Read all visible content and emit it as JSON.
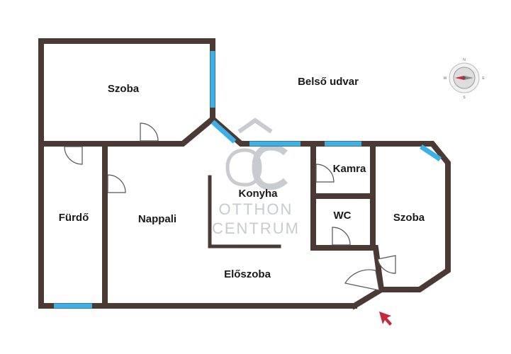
{
  "plan": {
    "rooms": [
      {
        "key": "szoba_left",
        "label": "Szoba"
      },
      {
        "key": "belso_udvar",
        "label": "Belső udvar"
      },
      {
        "key": "kamra",
        "label": "Kamra"
      },
      {
        "key": "konyha",
        "label": "Konyha"
      },
      {
        "key": "furdo",
        "label": "Fürdő"
      },
      {
        "key": "nappali",
        "label": "Nappali"
      },
      {
        "key": "wc",
        "label": "WC"
      },
      {
        "key": "szoba_right",
        "label": "Szoba"
      },
      {
        "key": "eloszoba",
        "label": "Előszoba"
      }
    ]
  },
  "watermark": {
    "monogram": "ÓC",
    "line1": "OTTHON",
    "line2": "CENTRUM"
  },
  "compass": {
    "north": "N",
    "east": "E",
    "south": "S",
    "west": "W"
  },
  "colors": {
    "wall": "#4a3a33",
    "window": "#3db0ea",
    "watermark": "#c8cbcf",
    "arrow": "#c8283c"
  },
  "icons": {
    "compass": "compass-icon",
    "entrance": "entrance-arrow-icon",
    "door": "door-swing-icon"
  }
}
